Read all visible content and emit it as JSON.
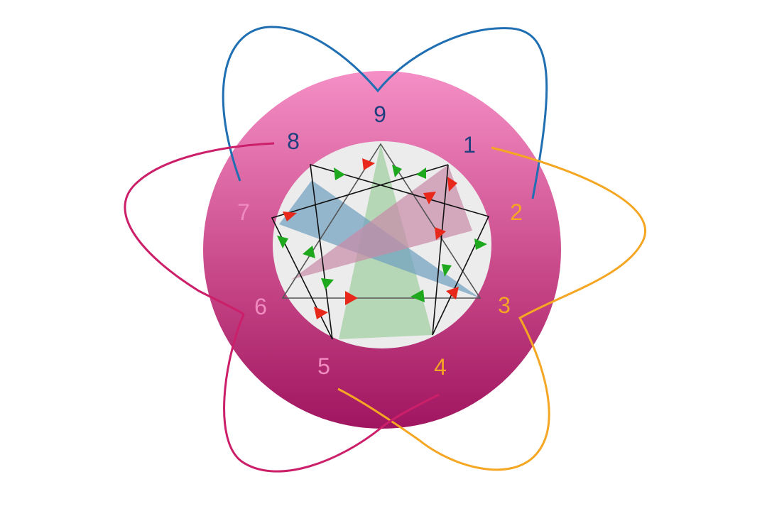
{
  "diagram": {
    "points": [
      {
        "label": "9",
        "color": "#1f3f7f"
      },
      {
        "label": "1",
        "color": "#1f3f7f"
      },
      {
        "label": "2",
        "color": "#f5a623"
      },
      {
        "label": "3",
        "color": "#f5a623"
      },
      {
        "label": "4",
        "color": "#f5a623"
      },
      {
        "label": "5",
        "color": "#f08cc0"
      },
      {
        "label": "6",
        "color": "#f08cc0"
      },
      {
        "label": "7",
        "color": "#f08cc0"
      },
      {
        "label": "8",
        "color": "#1f3f7f"
      }
    ],
    "colors": {
      "disk_top": "#f58fc6",
      "disk_bottom": "#a01560",
      "inner_circle": "#ececec",
      "blue_loop": "#1f6fb2",
      "orange_loop": "#f5a623",
      "magenta_loop": "#cc1f6a",
      "arrow_red": "#e8281a",
      "arrow_green": "#1ea81e",
      "triangle_green": "#9fcf9f",
      "triangle_blue": "#6f9fc0",
      "triangle_pink": "#c98aa8"
    }
  }
}
